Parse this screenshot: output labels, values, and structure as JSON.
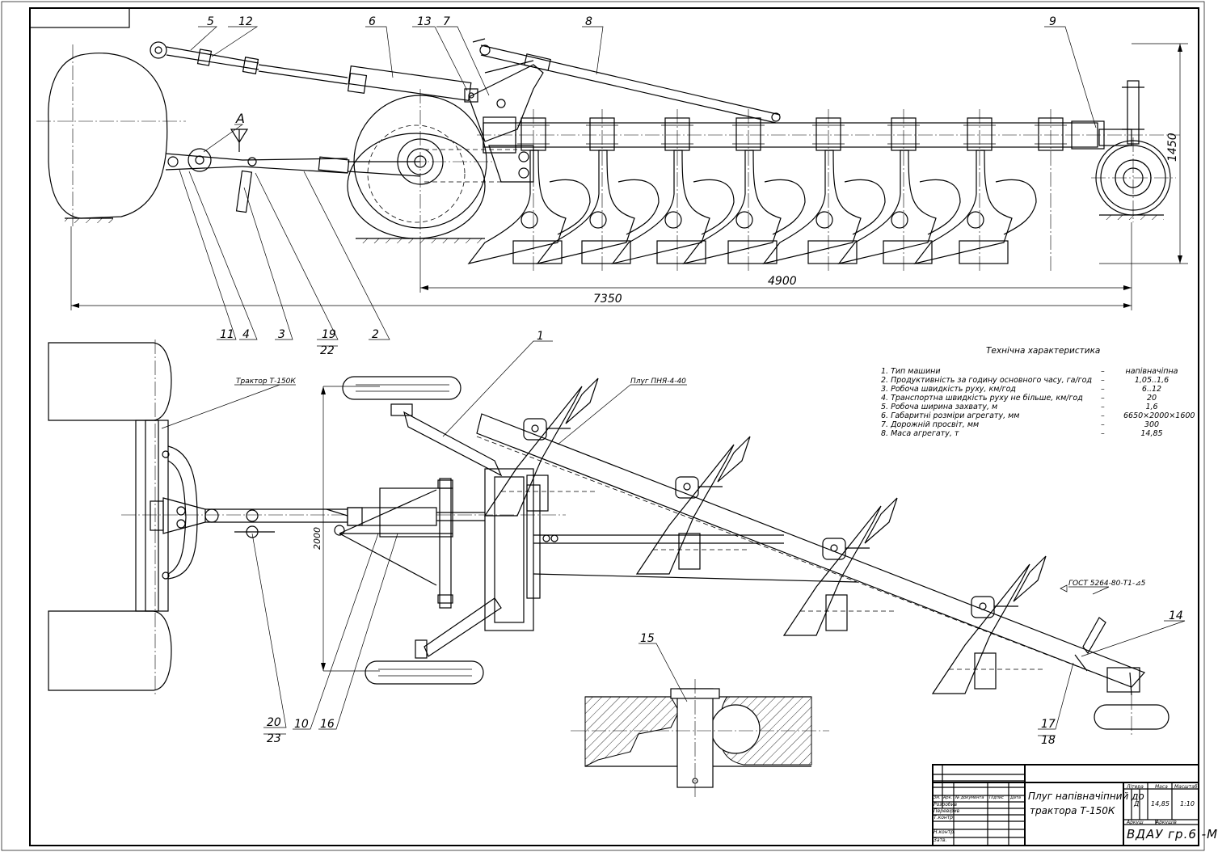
{
  "drawing": {
    "part_labels_top": [
      "5",
      "12",
      "6",
      "13",
      "7",
      "8",
      "9"
    ],
    "label_A": "A",
    "part_labels_bottom_top_view": [
      "11",
      "4",
      "3",
      "19",
      "22",
      "2"
    ],
    "part_labels_plan": [
      "1",
      "15",
      "14",
      "17",
      "18",
      "20",
      "23",
      "10",
      "16"
    ],
    "dimensions": {
      "height": "1450",
      "work_width_length": "4900",
      "total_length": "7350",
      "plan_width": "2000"
    },
    "tractor_label": "Трактор Т-150К",
    "plough_label": "Плуг ПНЯ-4-40",
    "weld_callout": "ГОСТ 5264-80-Т1-⊿5"
  },
  "spec": {
    "heading": "Технічна характеристика",
    "rows": [
      {
        "name": "1. Тип машини",
        "sep": "–",
        "value": "напівначіпна"
      },
      {
        "name": "2. Продуктивність за годину основного часу, га/год",
        "sep": "–",
        "value": "1,05..1,6"
      },
      {
        "name": "3. Робоча швидкість руху, км/год",
        "sep": "–",
        "value": "6..12"
      },
      {
        "name": "4. Транспортна швидкість руху не більше, км/год",
        "sep": "–",
        "value": "20"
      },
      {
        "name": "5. Робоча ширина захвату, м",
        "sep": "–",
        "value": "1,6"
      },
      {
        "name": "6. Габаритні розміри агрегату, мм",
        "sep": "–",
        "value": "6650×2000×1600"
      },
      {
        "name": "7. Дорожній просвіт, мм",
        "sep": "–",
        "value": "300"
      },
      {
        "name": "8. Маса агрегату, т",
        "sep": "–",
        "value": "14,85"
      }
    ]
  },
  "title_block": {
    "title_line1": "Плуг напівначіпний до",
    "title_line2": "трактора Т-150К",
    "col_litera": "Літера",
    "col_masa": "Маса",
    "col_masshtab": "Масштаб",
    "litera_value": "Д",
    "masa_value": "14,85",
    "masshtab_value": "1:10",
    "arkush": "Аркуш",
    "arkushiv": "Аркушів",
    "org": "ВДАУ гр.6 -М",
    "row_headers": [
      "Зм.",
      "Арк.",
      "№ документа",
      "Підпис",
      "Дата"
    ],
    "roles": [
      "Розробив",
      "Перевірив",
      "Т.контр.",
      "Н.контр.",
      "Затв."
    ]
  }
}
